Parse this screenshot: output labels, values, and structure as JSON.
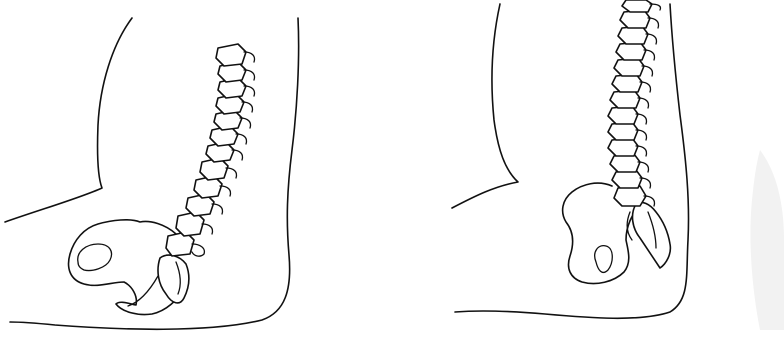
{
  "panels": [
    {
      "id": "left",
      "name": "slumped-posture"
    },
    {
      "id": "right",
      "name": "upright-posture"
    }
  ],
  "colors": {
    "ink": "#111111",
    "background": "#ffffff"
  }
}
